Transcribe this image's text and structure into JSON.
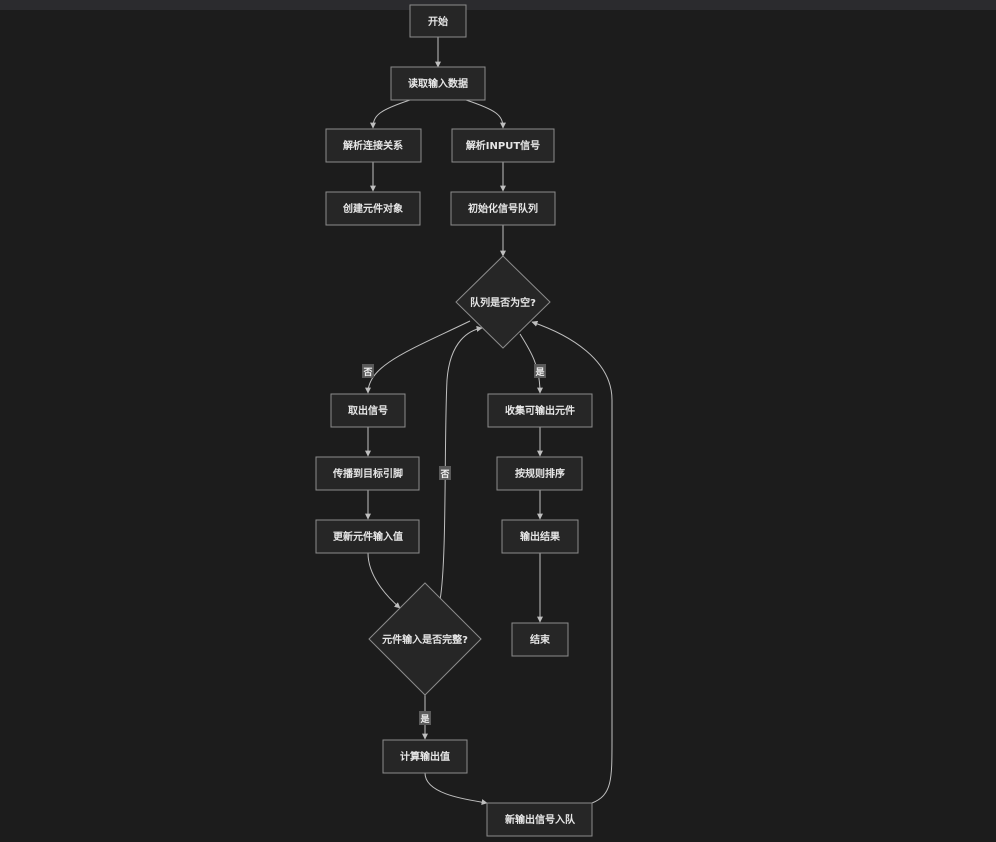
{
  "nodes": {
    "start": "开始",
    "read_input": "读取输入数据",
    "parse_connections": "解析连接关系",
    "parse_input_signal": "解析INPUT信号",
    "create_components": "创建元件对象",
    "init_queue": "初始化信号队列",
    "queue_empty": "队列是否为空?",
    "dequeue_signal": "取出信号",
    "collect_outputs": "收集可输出元件",
    "propagate": "传播到目标引脚",
    "sort_rules": "按规则排序",
    "update_input": "更新元件输入值",
    "output_result": "输出结果",
    "input_complete": "元件输入是否完整?",
    "end": "结束",
    "compute_output": "计算输出值",
    "enqueue_new": "新输出信号入队"
  },
  "edge_labels": {
    "queue_no": "否",
    "queue_yes": "是",
    "complete_no": "否",
    "complete_yes": "是"
  },
  "colors": {
    "background": "#1c1c1c",
    "node_fill": "#262626",
    "node_stroke": "#8c8c8c",
    "edge": "#bfbfbf",
    "label_bg": "#5a5a5a"
  }
}
